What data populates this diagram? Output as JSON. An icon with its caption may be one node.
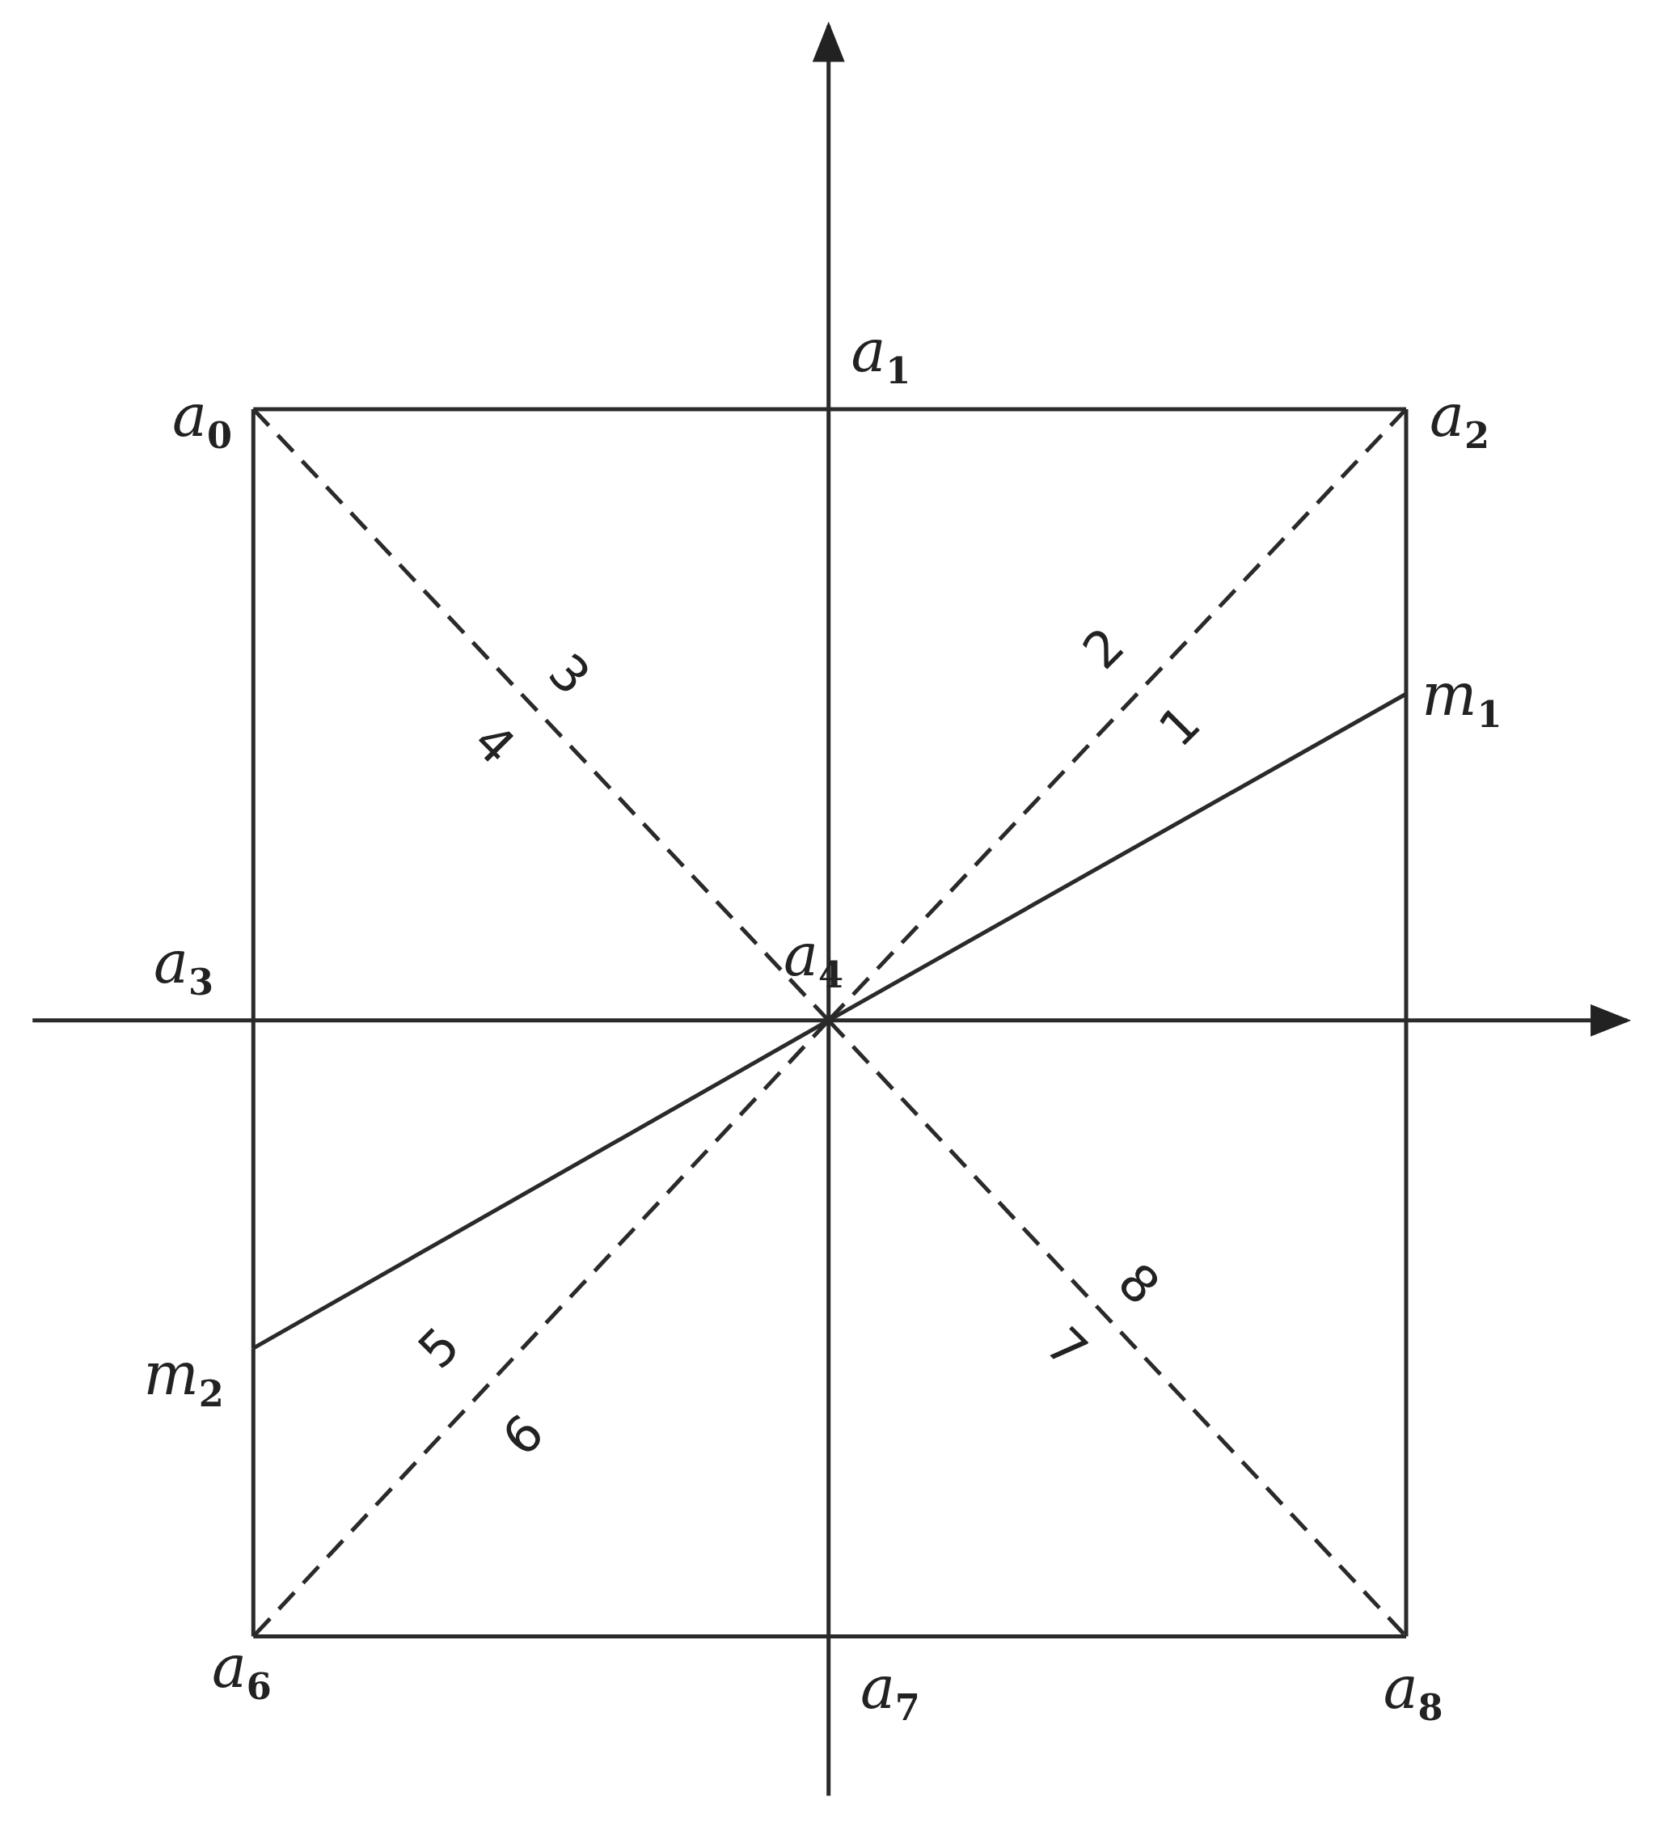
{
  "diagram": {
    "nodes": [
      {
        "text": [
          "a$_{0}$"
        ]
      },
      {
        "text": [
          "a$_{1}$"
        ]
      },
      {
        "text": [
          "a$_{2}$"
        ]
      },
      {
        "text": [
          "a$_{3}$"
        ]
      },
      {
        "text": [
          "a$_{4}$"
        ]
      },
      {
        "text": [
          "a$_{6}$"
        ]
      },
      {
        "text": [
          "a$_{7}$"
        ]
      },
      {
        "text": [
          "a$_{8}$"
        ]
      },
      {
        "text": [
          "m$_{1}$"
        ]
      },
      {
        "text": [
          "m$_{2}$"
        ]
      }
    ],
    "edges": [
      {
        "from": 0,
        "to": 1,
        "arrow": "none"
      },
      {
        "from": 1,
        "to": 2,
        "arrow": "none"
      },
      {
        "from": 2,
        "to": 8,
        "arrow": "none"
      },
      {
        "from": 8,
        "to": 7,
        "arrow": "none"
      },
      {
        "from": 7,
        "to": 5,
        "arrow": "none"
      },
      {
        "from": 5,
        "to": 9,
        "arrow": "none"
      },
      {
        "from": 9,
        "to": 3,
        "arrow": "none"
      },
      {
        "from": 3,
        "to": 0,
        "arrow": "none"
      },
      {
        "from": 0,
        "to": 4,
        "arrow": "none",
        "style": "dashed"
      },
      {
        "from": 4,
        "to": 7,
        "arrow": "none",
        "style": "dashed"
      },
      {
        "from": 2,
        "to": 4,
        "arrow": "none",
        "style": "dashed"
      },
      {
        "from": 4,
        "to": 5,
        "arrow": "none",
        "style": "dashed"
      },
      {
        "from": 8,
        "to": 4,
        "arrow": "none"
      },
      {
        "from": 4,
        "to": 9,
        "arrow": "none"
      }
    ],
    "labels": [
      "2",
      "1",
      "3",
      "4",
      "8",
      "7",
      "5",
      "6"
    ]
  }
}
